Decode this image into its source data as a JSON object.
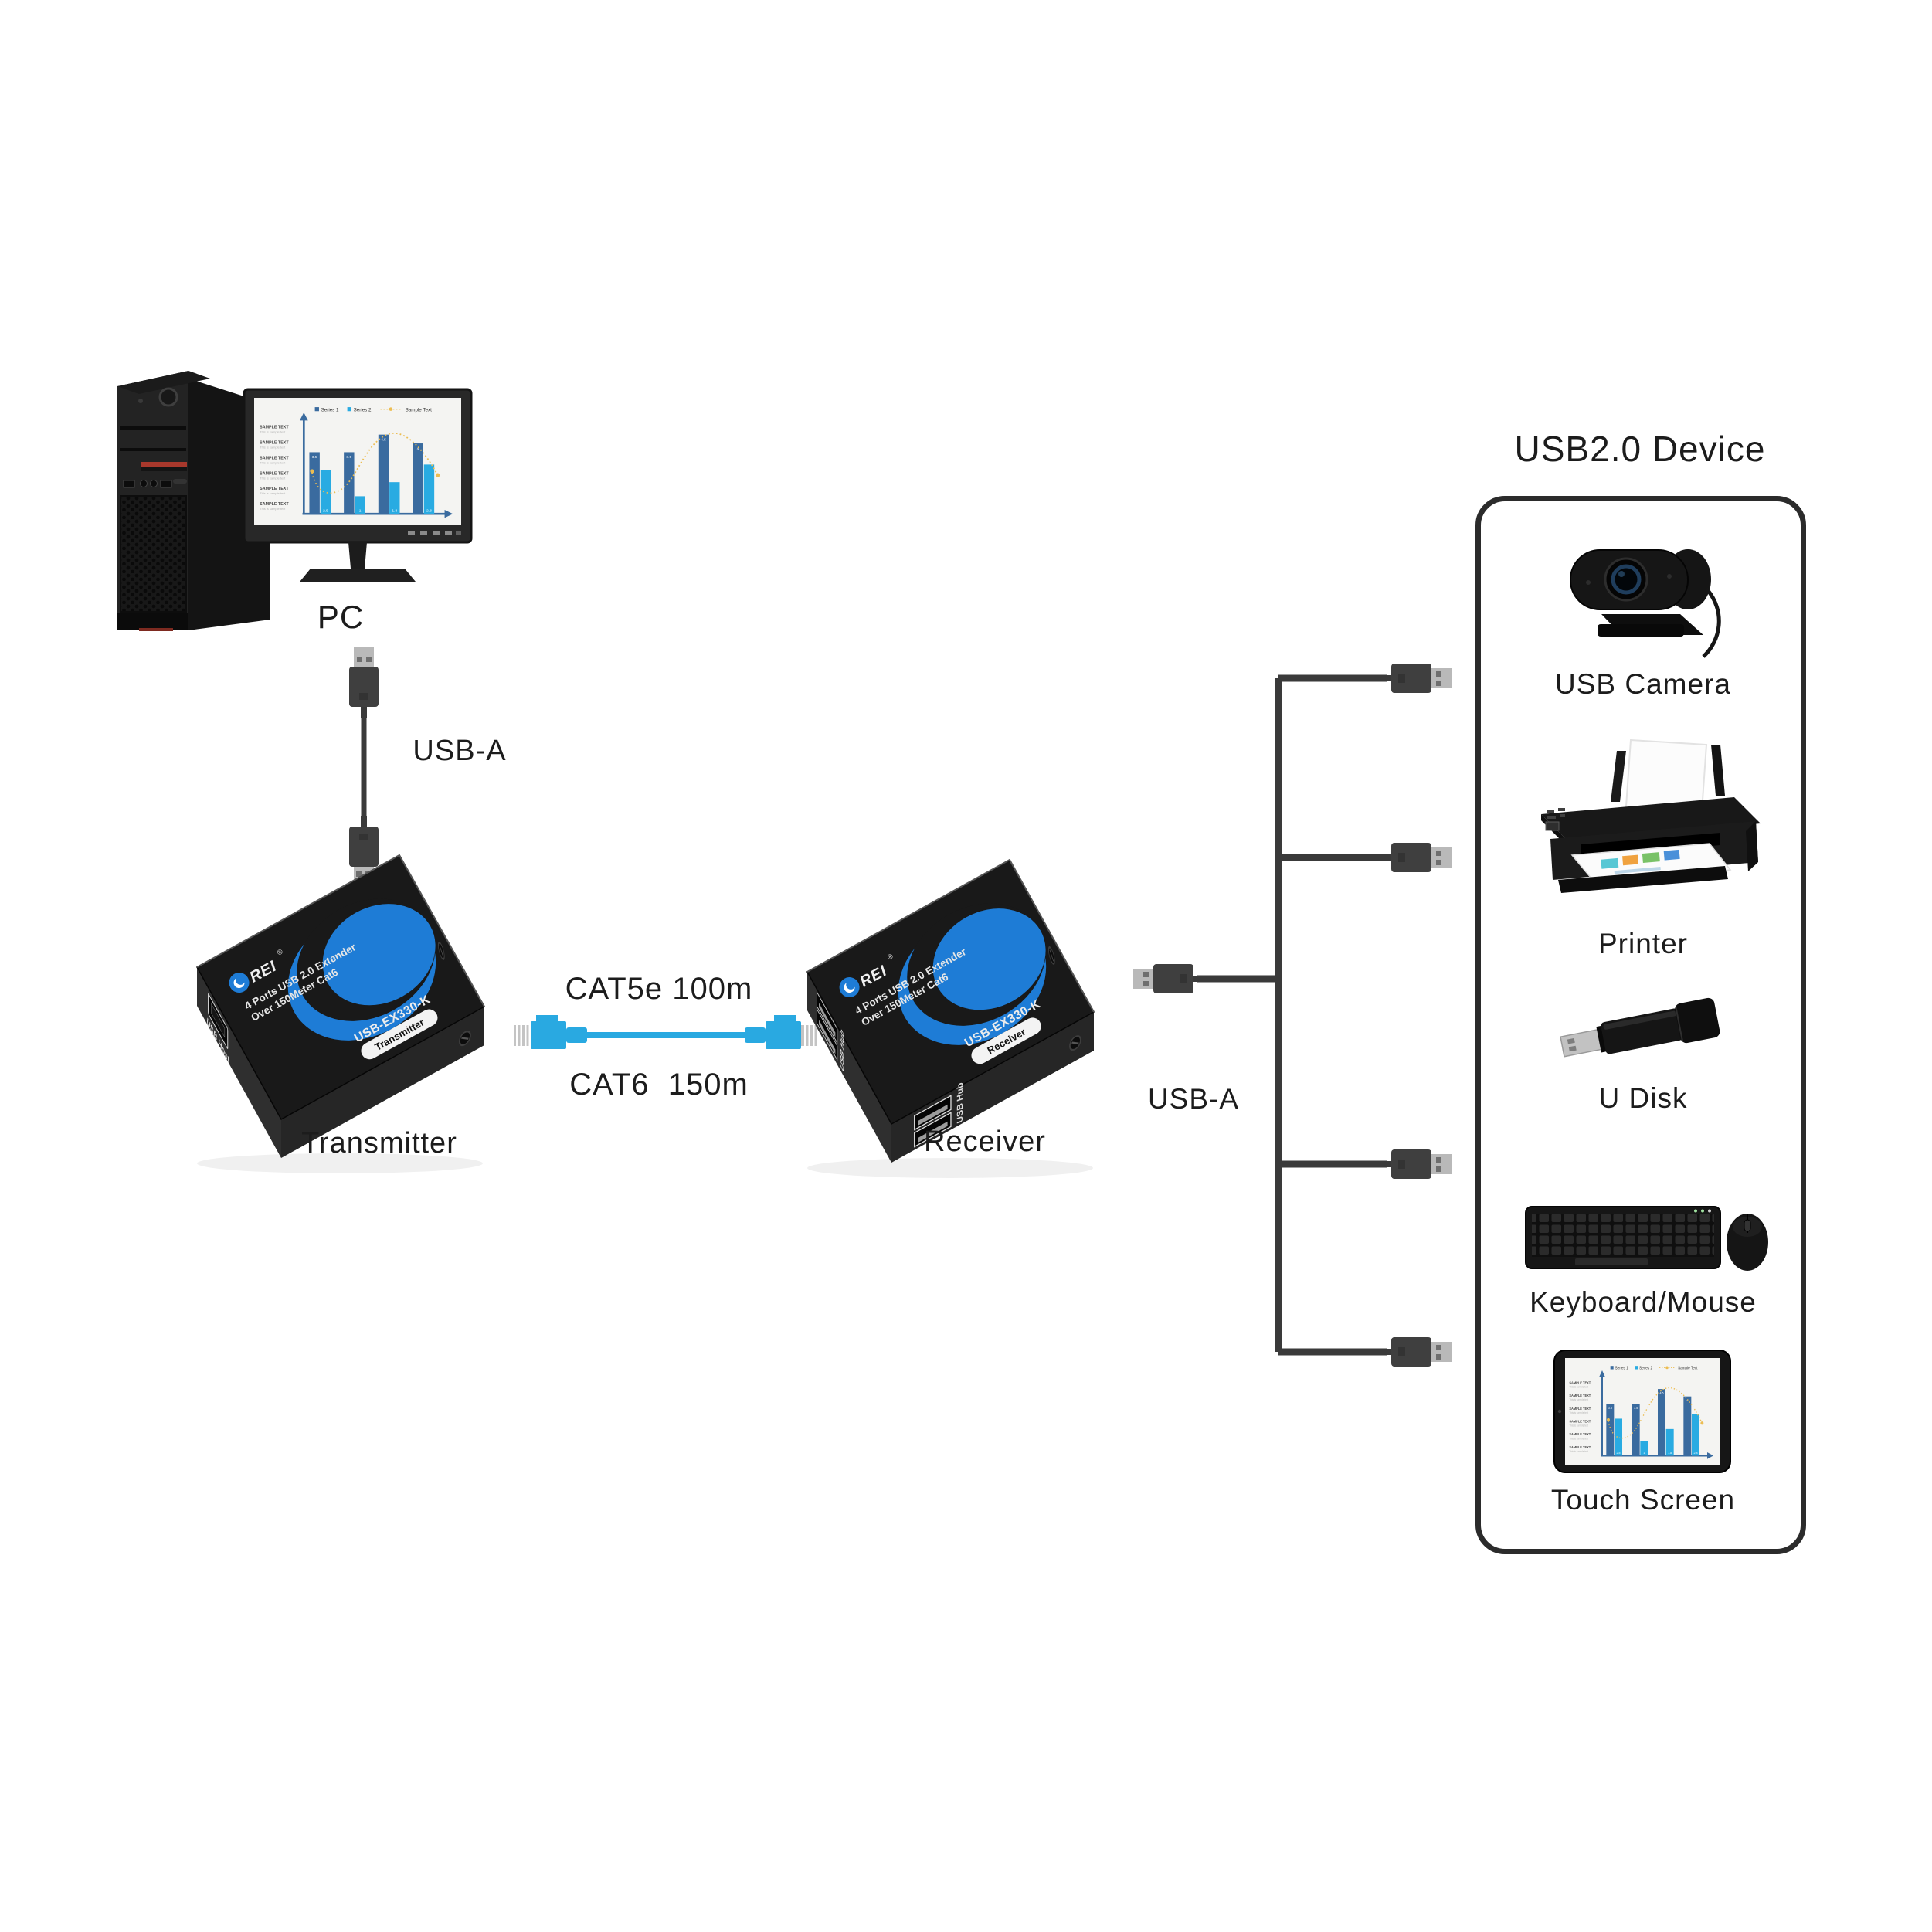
{
  "diagram": {
    "pc": {
      "label": "PC"
    },
    "connections": {
      "usb_a_left": "USB-A",
      "cat5e": "CAT5e 100m",
      "cat6": "CAT6  150m",
      "usb_a_right": "USB-A"
    },
    "transmitter": {
      "caption": "Transmitter",
      "brand": "REI",
      "reg": "®",
      "line1": "4 Ports USB 2.0 Extender",
      "line2": "Over 150Meter Cat6",
      "model": "USB-EX330-K",
      "badge": "Transmitter",
      "port_label": "USB Host"
    },
    "receiver": {
      "caption": "Receiver",
      "brand": "REI",
      "reg": "®",
      "line1": "4 Ports USB 2.0 Extender",
      "line2": "Over 150Meter Cat6",
      "model": "USB-EX330-K",
      "badge": "Receiver",
      "port_label_left": "USB Hub",
      "port_label_front": "USB Hub"
    },
    "device_panel": {
      "title": "USB2.0 Device",
      "devices": [
        {
          "name": "usb-camera",
          "label": "USB Camera"
        },
        {
          "name": "printer",
          "label": "Printer"
        },
        {
          "name": "u-disk",
          "label": "U Disk"
        },
        {
          "name": "keyboard-mouse",
          "label": "Keyboard/Mouse"
        },
        {
          "name": "touch-screen",
          "label": "Touch Screen"
        }
      ]
    }
  },
  "chart_data": {
    "type": "bar",
    "context": "decorative sample chart shown on the PC monitor and on the Touch Screen tablet",
    "title": "",
    "categories": [
      "Group 1",
      "Group 2",
      "Group 3",
      "Group 4"
    ],
    "series": [
      {
        "name": "Series 1",
        "color": "#3a6b9f",
        "values": [
          3.5,
          3.5,
          4.5,
          4
        ],
        "value_labels": [
          "3.5",
          "3.5",
          "4.5",
          "4"
        ]
      },
      {
        "name": "Series 2",
        "color": "#29abe2",
        "values": [
          2.5,
          1,
          1.8,
          2.8
        ],
        "value_labels": [
          "2.5",
          "1",
          "1.8",
          "2.8"
        ]
      }
    ],
    "line_series": {
      "name": "Sample Text",
      "color": "#ecbd52",
      "style": "dotted"
    },
    "legend": [
      "Series 1",
      "Series 2",
      "Sample Text"
    ],
    "legend_position": "top",
    "grid": false,
    "ylim": [
      0,
      5
    ],
    "sidebar_items": [
      {
        "title": "SAMPLE TEXT",
        "subtitle": "This is sample text"
      },
      {
        "title": "SAMPLE TEXT",
        "subtitle": "This is sample text"
      },
      {
        "title": "SAMPLE TEXT",
        "subtitle": "This is sample text"
      },
      {
        "title": "SAMPLE TEXT",
        "subtitle": "This is sample text"
      },
      {
        "title": "SAMPLE TEXT",
        "subtitle": "This is sample text"
      },
      {
        "title": "SAMPLE TEXT",
        "subtitle": "This is sample text"
      }
    ]
  },
  "colors": {
    "logo_blue": "#1e7cd6",
    "ethernet_blue": "#29a9e1",
    "cable_dark": "#3a3a3a",
    "bar_dark": "#3a6b9f",
    "bar_light": "#29abe2",
    "curve_yellow": "#ecbd52",
    "panel_border": "#2b2b2b",
    "text": "#1c1c1c"
  }
}
